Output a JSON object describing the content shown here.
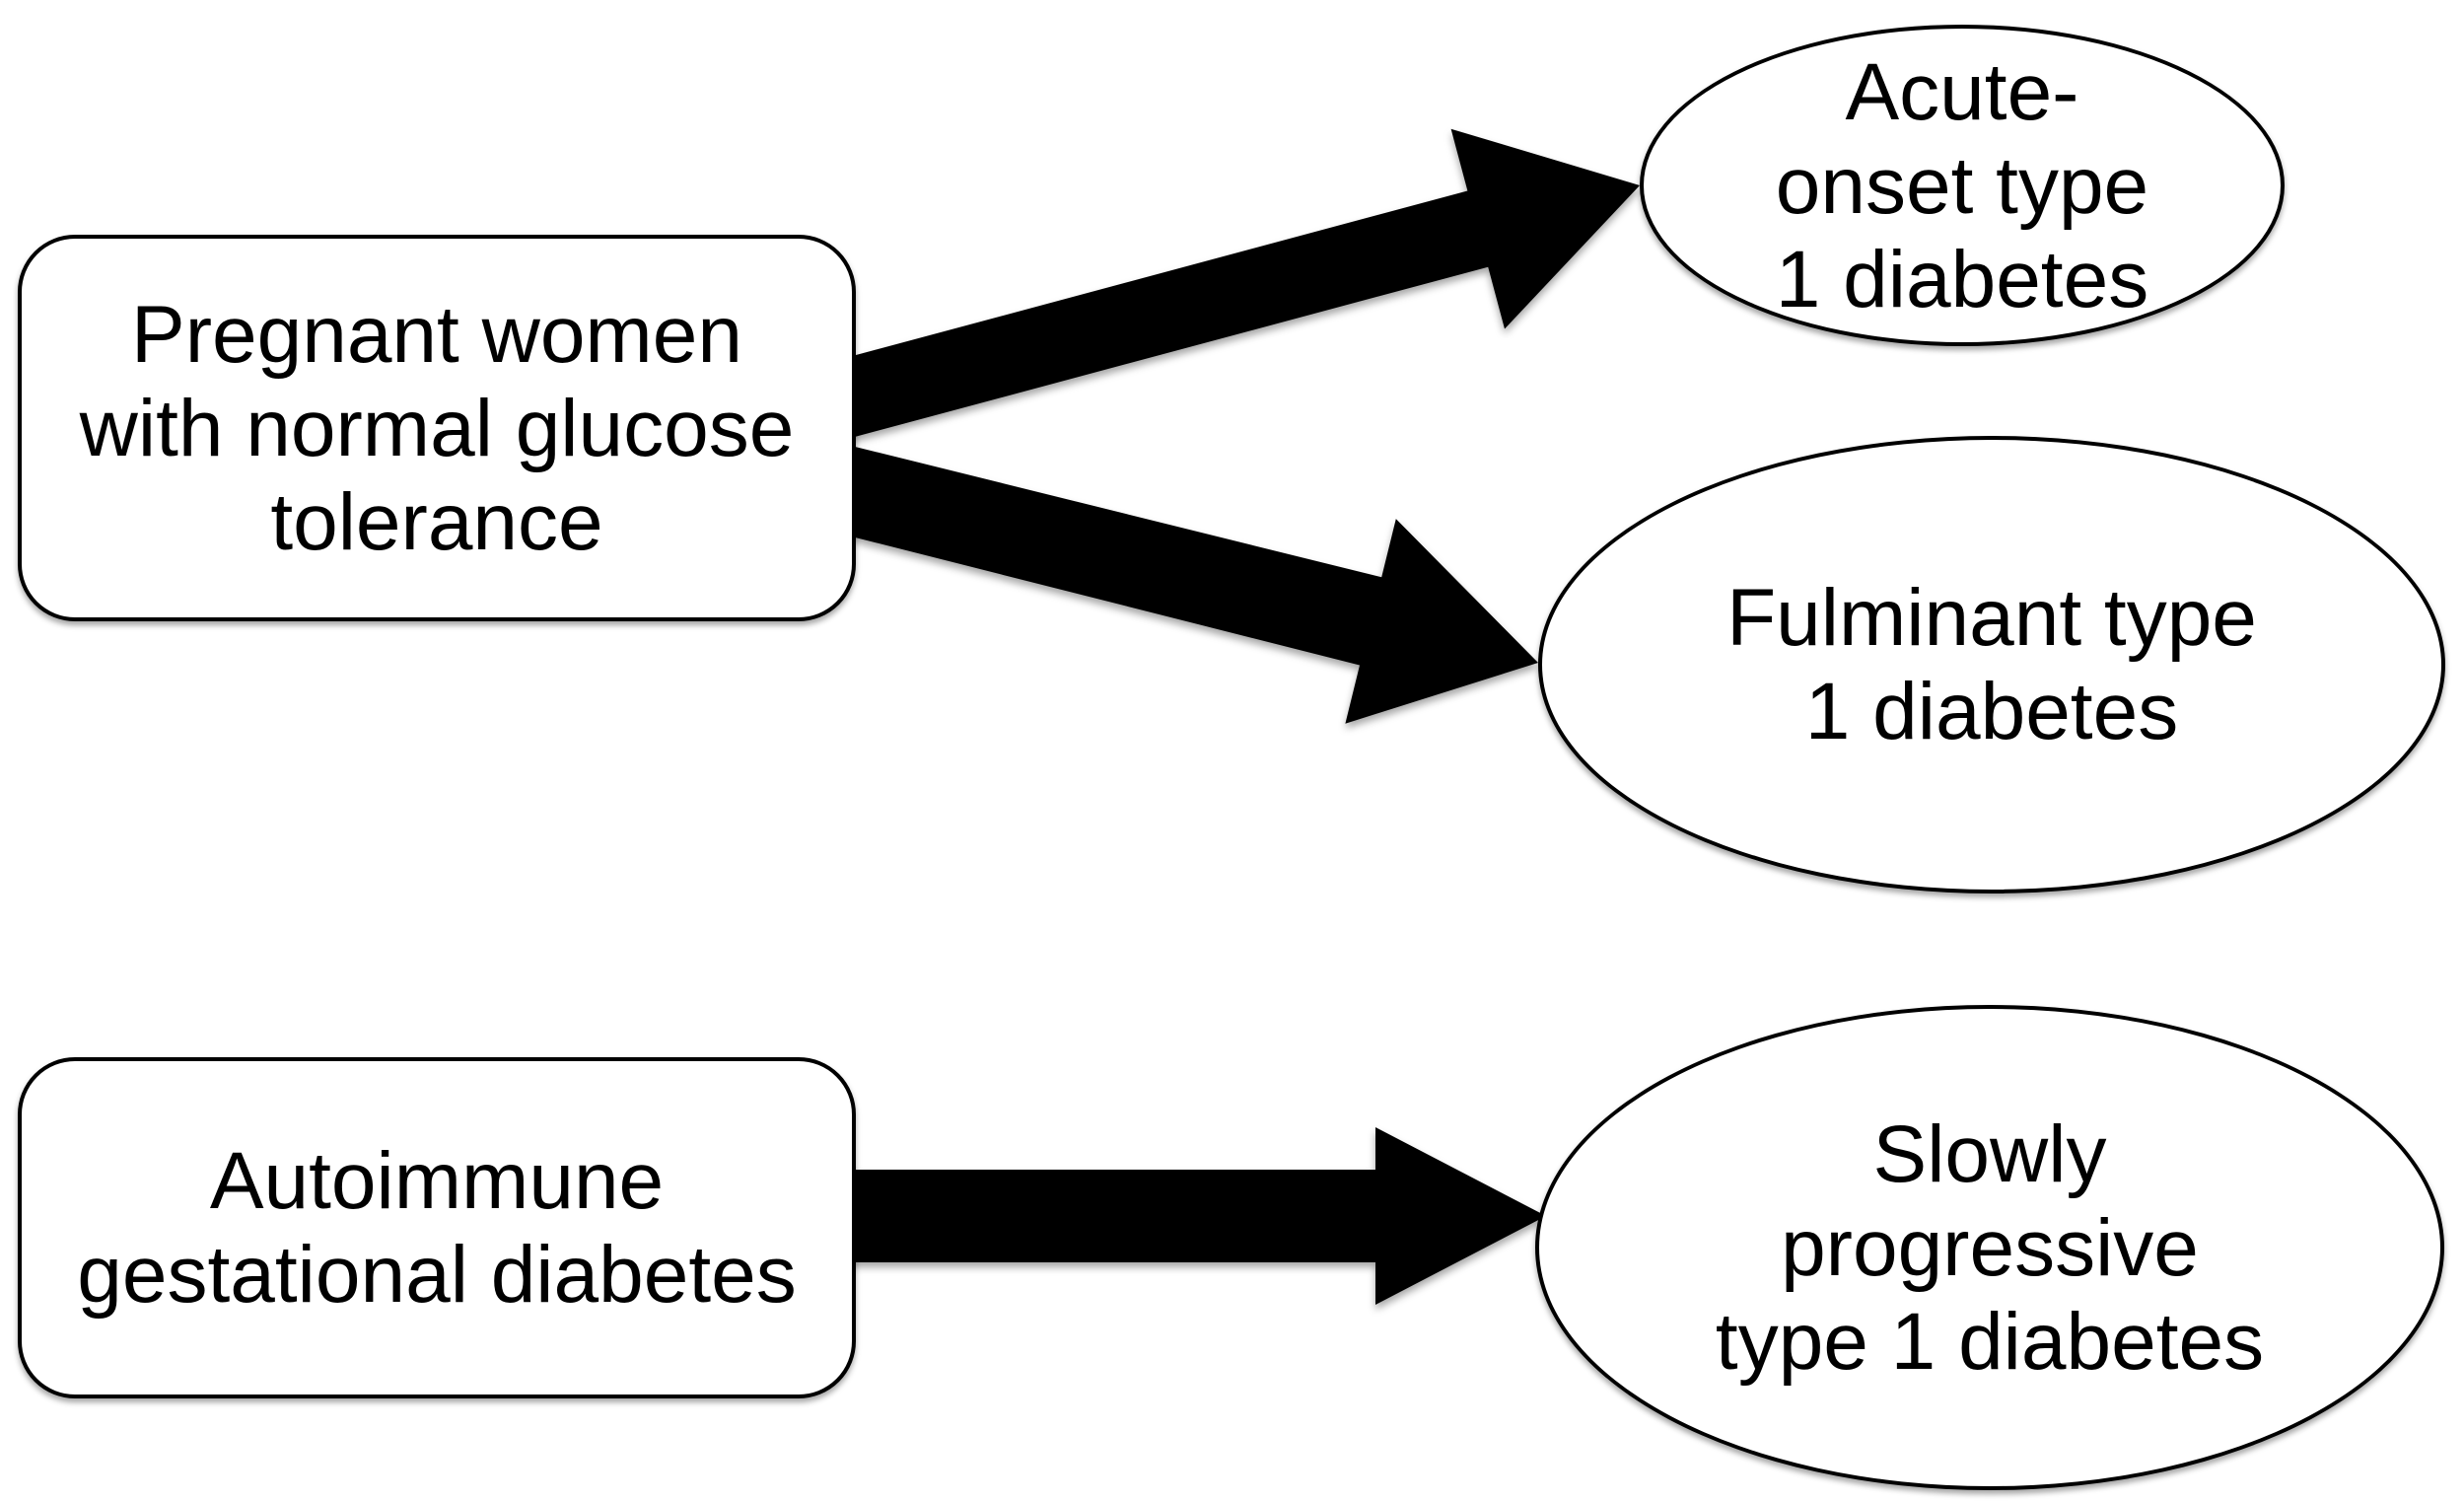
{
  "figure": {
    "background_color": "#ffffff",
    "shape_fill_color": "#ffffff",
    "outline_color": "#000000",
    "arrow_color": "#000000"
  },
  "nodes": {
    "pregnant": {
      "shape": "rounded-rectangle",
      "label": "Pregnant women\nwith normal glucose\ntolerance"
    },
    "autoimmune": {
      "shape": "rounded-rectangle",
      "label": "Autoimmune\ngestational diabetes"
    },
    "acute": {
      "shape": "ellipse",
      "label": "Acute-\nonset type\n1 diabetes"
    },
    "fulminant": {
      "shape": "ellipse",
      "label": "Fulminant type\n1 diabetes"
    },
    "slowly": {
      "shape": "ellipse",
      "label": "Slowly\nprogressive\ntype 1 diabetes"
    }
  },
  "edges": [
    {
      "from": "Pregnant women with normal glucose tolerance",
      "to": "Acute-onset type 1 diabetes"
    },
    {
      "from": "Pregnant women with normal glucose tolerance",
      "to": "Fulminant type 1 diabetes"
    },
    {
      "from": "Autoimmune gestational diabetes",
      "to": "Slowly progressive type 1 diabetes"
    }
  ]
}
